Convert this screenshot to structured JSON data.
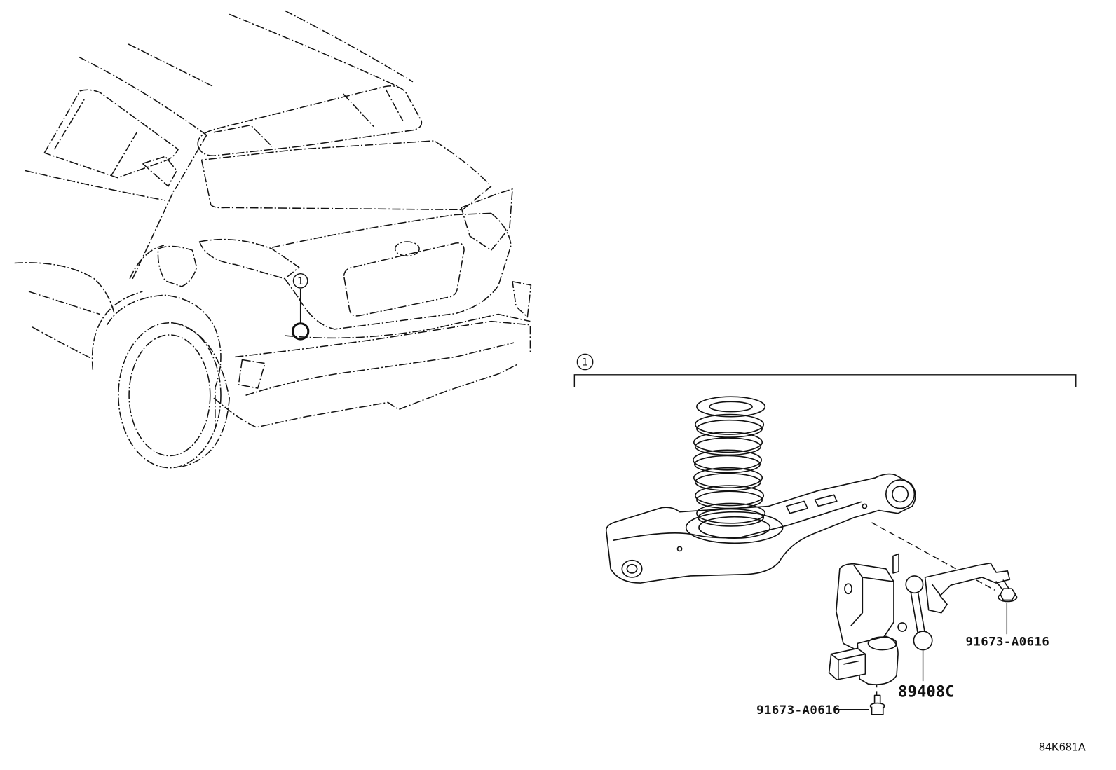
{
  "diagram": {
    "location_callout": "1",
    "detail_callout": "1",
    "parts": {
      "upper_bolt": "91673-A0616",
      "sensor": "89408C",
      "lower_bolt": "91673-A0616"
    },
    "figure_code": "84K681A"
  }
}
